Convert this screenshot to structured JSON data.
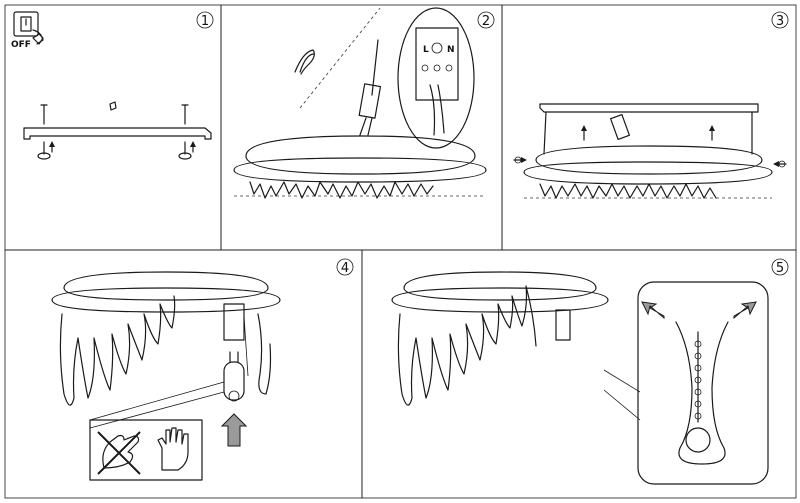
{
  "steps": [
    {
      "number": "1"
    },
    {
      "number": "2"
    },
    {
      "number": "3"
    },
    {
      "number": "4"
    },
    {
      "number": "5"
    }
  ],
  "power_switch": {
    "label": "OFF"
  },
  "terminal_block": {
    "labels": [
      "L",
      "N"
    ]
  },
  "colors": {
    "line": "#1a1a1a",
    "arrow_fill": "#9a9a9a",
    "paper": "#ffffff"
  }
}
